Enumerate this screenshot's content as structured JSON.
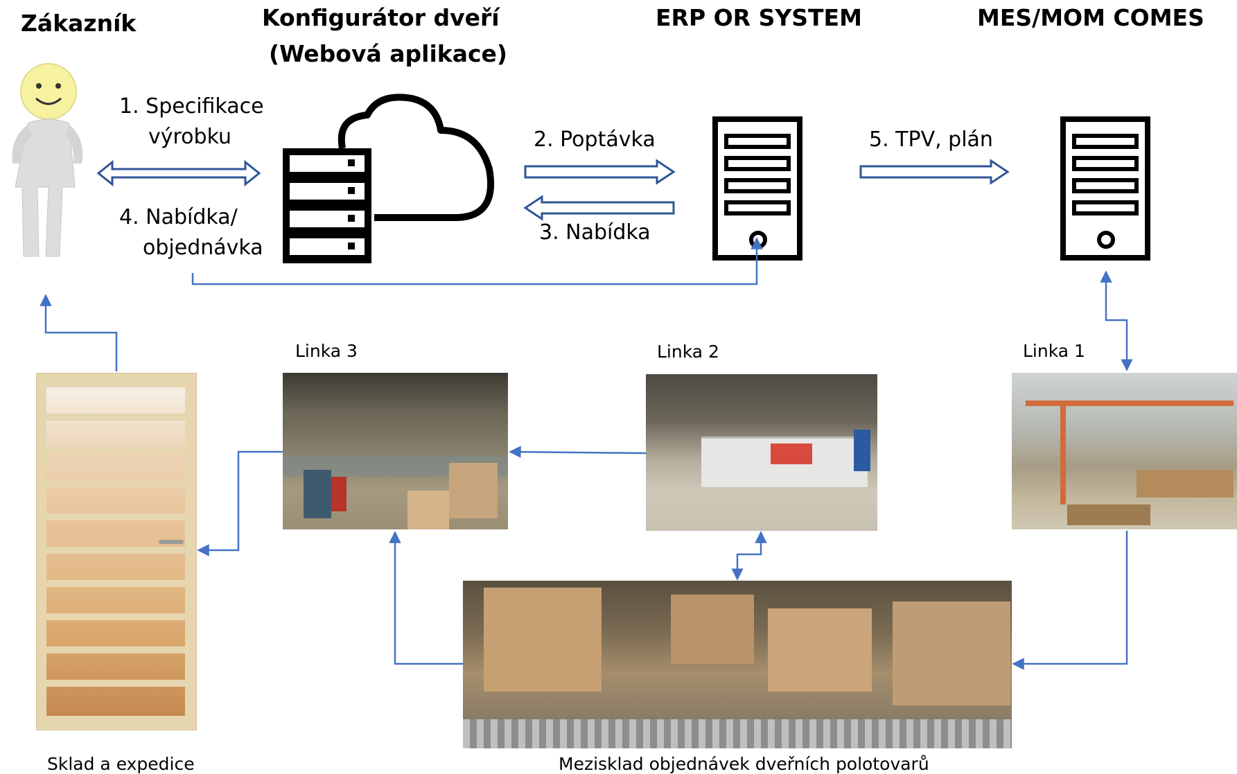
{
  "headers": {
    "customer": "Zákazník",
    "configurator_line1": "Konfigurátor dveří",
    "configurator_line2": "(Webová aplikace)",
    "erp": "ERP OR SYSTEM",
    "mes": "MES/MOM COMES"
  },
  "steps": {
    "spec_line1": "1. Specifikace",
    "spec_line2": "výrobku",
    "offer_order_line1": "4. Nabídka/",
    "offer_order_line2": "objednávka",
    "inquiry": "2. Poptávka",
    "offer": "3. Nabídka",
    "tpv_plan": "5. TPV, plán"
  },
  "lines": {
    "line3": "Linka 3",
    "line2": "Linka 2",
    "line1": "Linka 1"
  },
  "captions": {
    "warehouse": "Sklad a expedice",
    "intermediate": "Mezisklad objednávek dveřních polotovarů"
  },
  "colors": {
    "flow_arrow": "#4472c4",
    "process_arrow_outline": "#2f5597"
  }
}
